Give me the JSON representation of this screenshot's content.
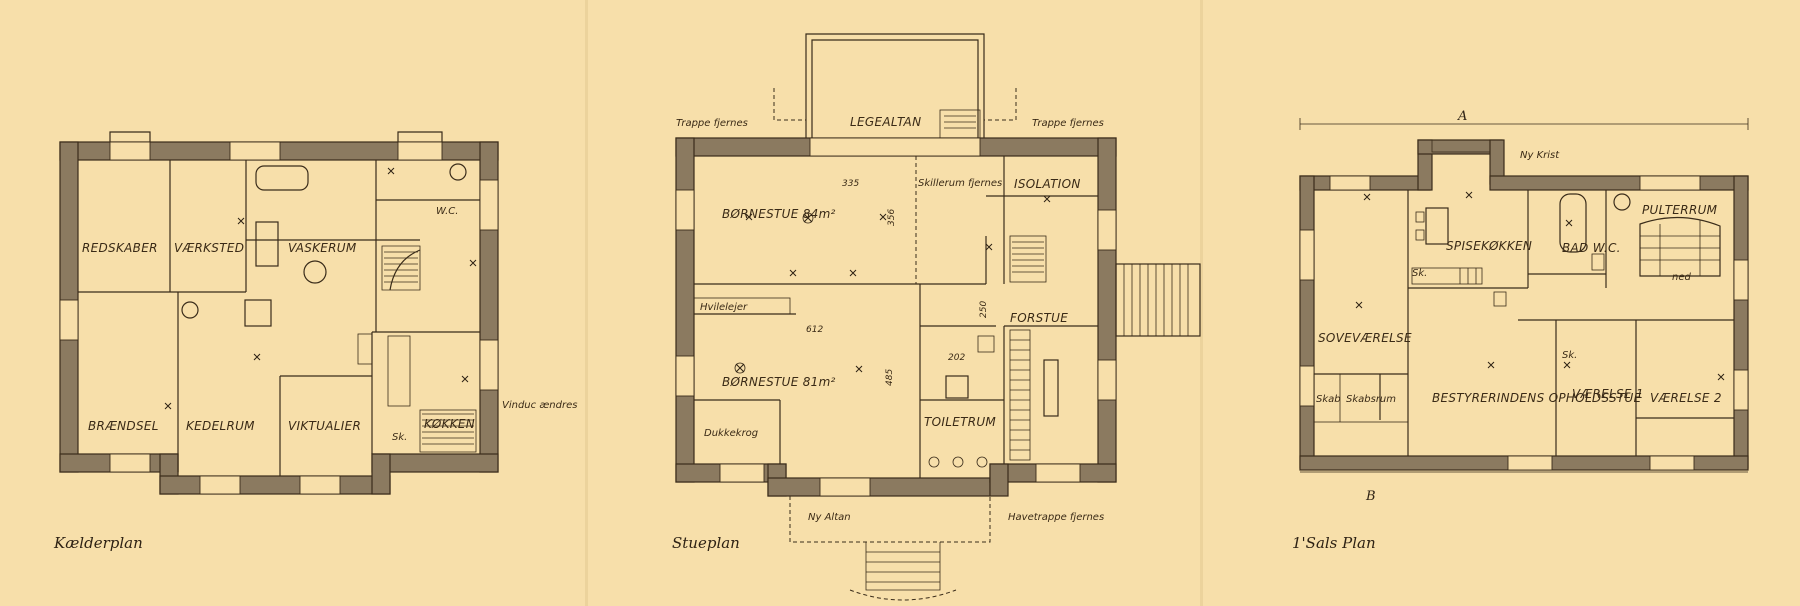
{
  "plans": [
    {
      "title": "Kælderplan",
      "rooms": [
        "REDSKABER",
        "VÆRKSTED",
        "VASKERUM",
        "W.C.",
        "BRÆNDSEL",
        "KEDELRUM",
        "VIKTUALIER",
        "KØKKEN",
        "Sk."
      ],
      "notes": [
        "Vinduc ændres"
      ]
    },
    {
      "title": "Stueplan",
      "rooms": [
        "LEGEALTAN",
        "BØRNESTUE 84m²",
        "BØRNESTUE 81m²",
        "ISOLATION",
        "FORSTUE",
        "TOILETRUM",
        "Hvilelejer",
        "Dukkekrog"
      ],
      "notes": [
        "Trappe fjernes",
        "Trappe fjernes",
        "Skillerum fjernes",
        "Ny Altan",
        "Havetrappe fjernes"
      ],
      "dimensions": [
        "335",
        "356",
        "612",
        "485",
        "202",
        "250"
      ]
    },
    {
      "title": "1'Sals Plan",
      "rooms": [
        "SPISEKØKKEN",
        "BAD W.C.",
        "PULTERRUM",
        "SOVEVÆRELSE",
        "Skab",
        "Skabsrum",
        "BESTYRERINDENS OPHOLDSSTUE",
        "VÆRELSE 1",
        "VÆRELSE 2",
        "Sk.",
        "Sk."
      ],
      "notes": [
        "Ny Krist",
        "ned"
      ],
      "section_marks": [
        "A",
        "B"
      ]
    }
  ]
}
